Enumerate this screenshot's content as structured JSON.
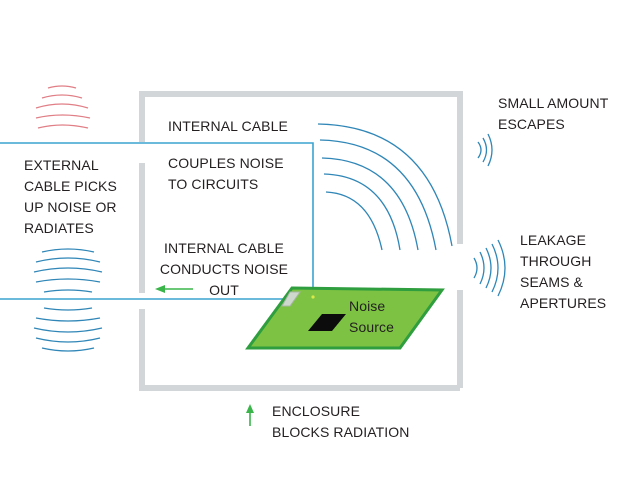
{
  "labels": {
    "internal_cable": "INTERNAL CABLE",
    "couples_noise": [
      "COUPLES NOISE",
      "TO CIRCUITS"
    ],
    "external_cable": [
      "EXTERNAL",
      "CABLE PICKS",
      "UP NOISE OR",
      "RADIATES"
    ],
    "conducts_noise": [
      "INTERNAL CABLE",
      "CONDUCTS NOISE",
      "OUT"
    ],
    "small_amount": [
      "SMALL AMOUNT",
      "ESCAPES"
    ],
    "leakage": [
      "LEAKAGE",
      "THROUGH",
      "SEAMS &",
      "APERTURES"
    ],
    "noise_source": [
      "Noise",
      "Source"
    ],
    "enclosure": [
      "ENCLOSURE",
      "BLOCKS RADIATION"
    ]
  },
  "colors": {
    "enclosure": "#d3d6d8",
    "cable": "#3aa3d1",
    "wave_blue": "#2f86b7",
    "wave_red": "#e07f86",
    "pcb_fill": "#7dc243",
    "pcb_border": "#2e9e3e",
    "arrow": "#39b54a",
    "text": "#231f20"
  },
  "icons": {
    "left_arrow": "left-arrow-icon",
    "up_arrow": "up-arrow-icon"
  }
}
